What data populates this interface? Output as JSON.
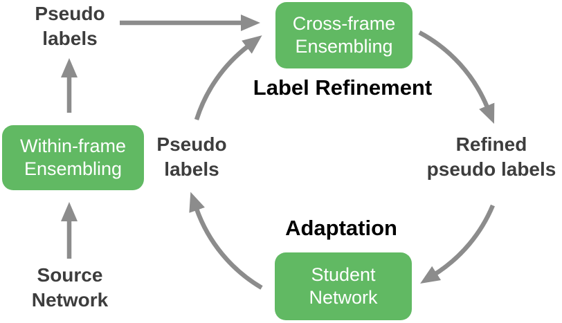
{
  "palette": {
    "green": "#61b963",
    "box_text": "#ffffff",
    "label_gray": "#3d3d3d",
    "arrow_gray": "#8c8c8c",
    "black": "#000000"
  },
  "nodes": {
    "cross_frame": {
      "line1": "Cross-frame",
      "line2": "Ensembling"
    },
    "within_frame": {
      "line1": "Within-frame",
      "line2": "Ensembling"
    },
    "student": {
      "line1": "Student",
      "line2": "Network"
    }
  },
  "labels": {
    "pseudo_top": {
      "line1": "Pseudo",
      "line2": "labels"
    },
    "pseudo_mid": {
      "line1": "Pseudo",
      "line2": "labels"
    },
    "refined": {
      "line1": "Refined",
      "line2": "pseudo labels"
    },
    "source": {
      "line1": "Source",
      "line2": "Network"
    },
    "label_refinement": "Label Refinement",
    "adaptation": "Adaptation"
  }
}
